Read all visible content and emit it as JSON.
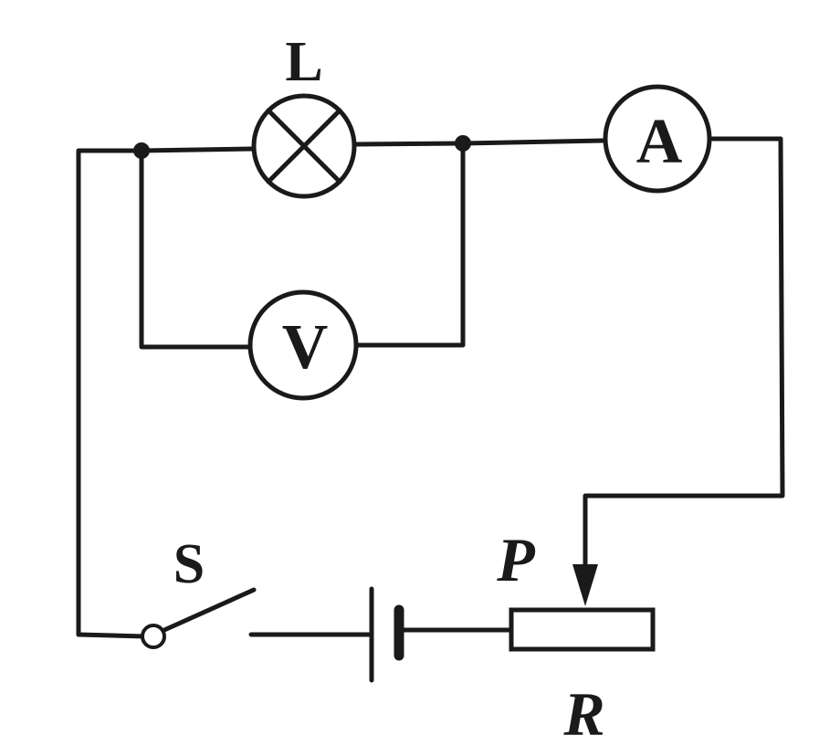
{
  "diagram": {
    "lamp_label": "L",
    "ammeter_label": "A",
    "voltmeter_label": "V",
    "switch_label": "S",
    "slider_label": "P",
    "rheostat_label": "R"
  },
  "colors": {
    "ink": "#1a1a1a",
    "paper": "#ffffff"
  },
  "icons": {
    "lamp": "lamp-icon",
    "ammeter": "ammeter-icon",
    "voltmeter": "voltmeter-icon",
    "switch": "switch-icon",
    "battery": "battery-icon",
    "rheostat": "rheostat-icon"
  }
}
